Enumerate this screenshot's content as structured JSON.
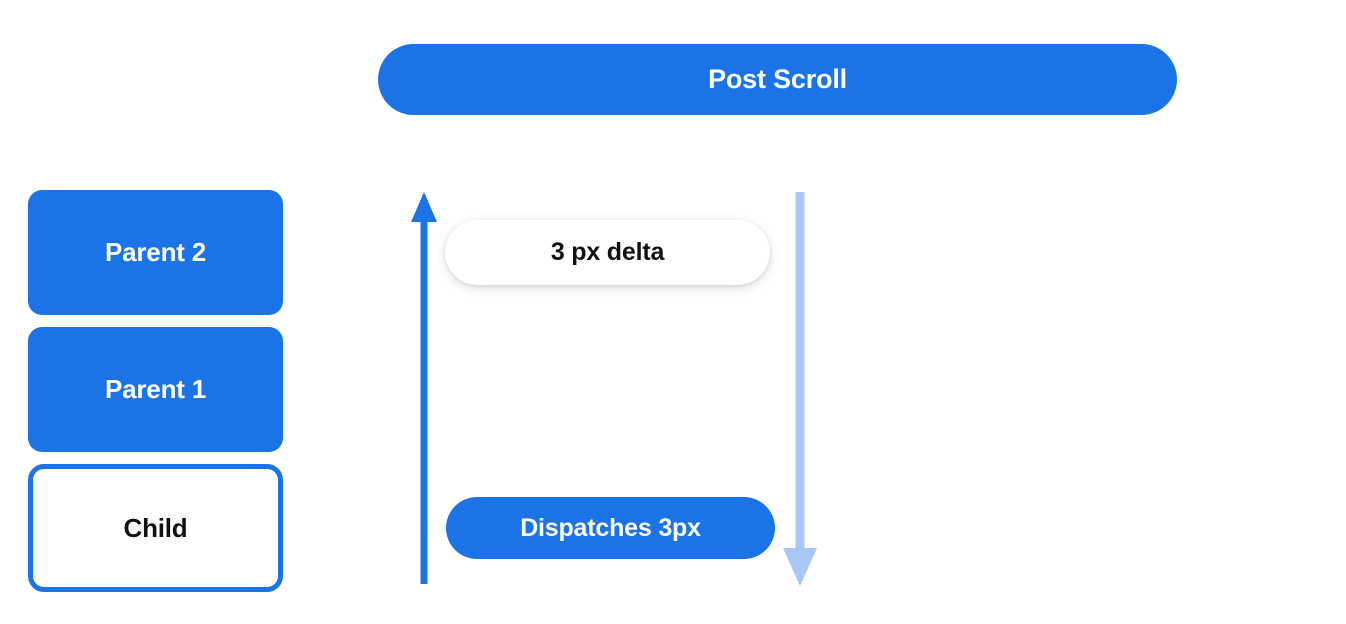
{
  "banner": {
    "title": "Post Scroll"
  },
  "stack": {
    "boxes": [
      {
        "label": "Parent 2",
        "style": "filled"
      },
      {
        "label": "Parent 1",
        "style": "filled"
      },
      {
        "label": "Child",
        "style": "outlined"
      }
    ]
  },
  "flow": {
    "delta_pill": "3 px delta",
    "dispatch_pill": "Dispatches 3px",
    "up_arrow_name": "scroll-propagation-up-arrow",
    "down_arrow_name": "scroll-consumption-down-arrow"
  },
  "colors": {
    "brand_blue": "#1b73e8",
    "light_blue": "#a8c7f5",
    "text_on_blue": "#ffffff",
    "text_dark": "#111111",
    "background": "#ffffff"
  }
}
